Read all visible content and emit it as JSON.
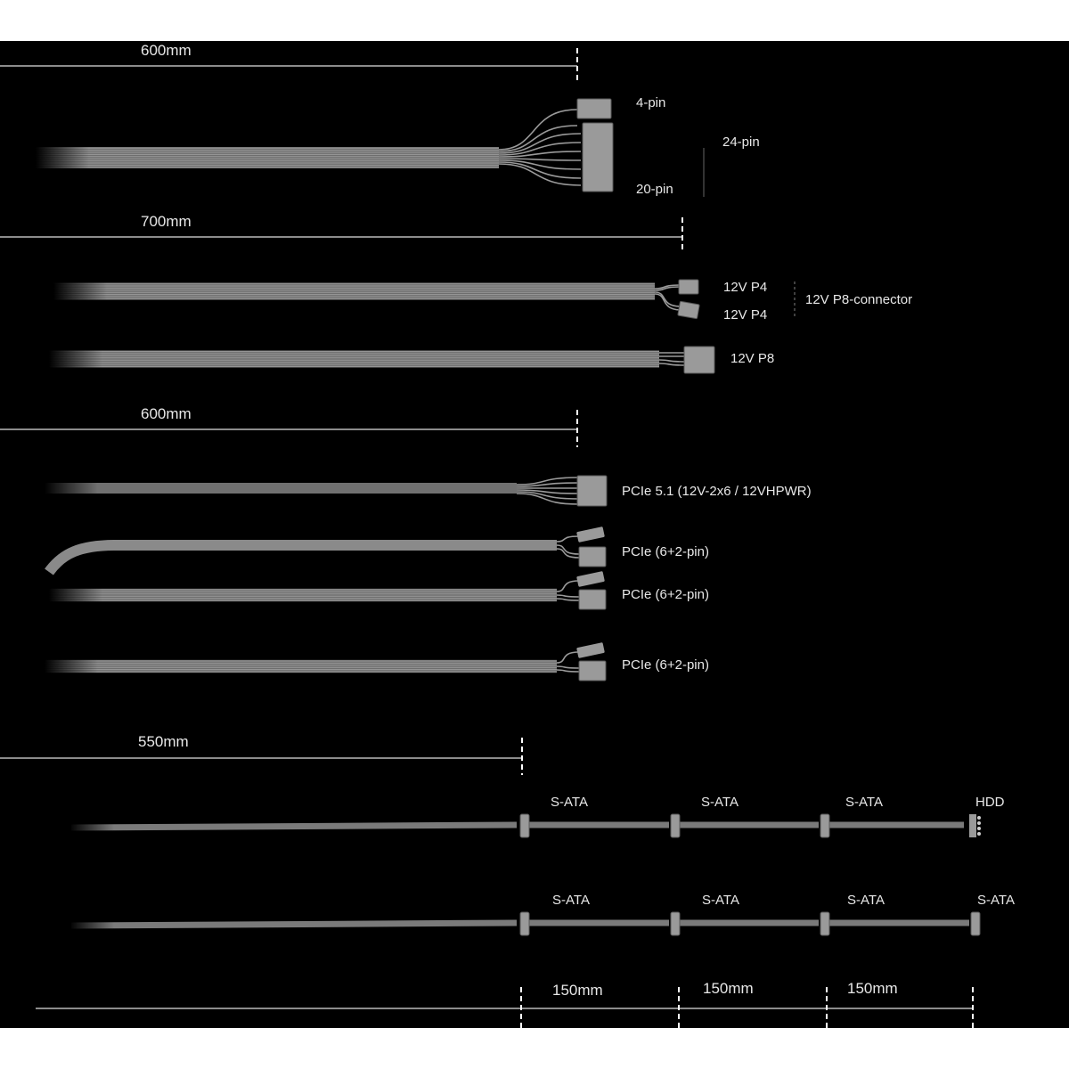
{
  "colors": {
    "background": "#000000",
    "frame": "#ffffff",
    "cable": "#8a8a8a",
    "connector": "#9a9a9a",
    "text": "#e8e8e8"
  },
  "lengths": {
    "atx": "600mm",
    "cpu": "700mm",
    "pcie": "600mm",
    "sata": "550mm",
    "gap1": "150mm",
    "gap2": "150mm",
    "gap3": "150mm"
  },
  "labels": {
    "atx_4pin": "4-pin",
    "atx_24pin": "24-pin",
    "atx_20pin": "20-pin",
    "cpu_p4_a": "12V P4",
    "cpu_p4_b": "12V P4",
    "cpu_p8_connector": "12V P8-connector",
    "cpu_p8": "12V P8",
    "pcie_51": "PCIe 5.1 (12V-2x6 / 12VHPWR)",
    "pcie_a": "PCIe (6+2-pin)",
    "pcie_b": "PCIe (6+2-pin)",
    "pcie_c": "PCIe (6+2-pin)",
    "sata1_a": "S-ATA",
    "sata1_b": "S-ATA",
    "sata1_c": "S-ATA",
    "sata1_hdd": "HDD",
    "sata2_a": "S-ATA",
    "sata2_b": "S-ATA",
    "sata2_c": "S-ATA",
    "sata2_d": "S-ATA"
  }
}
